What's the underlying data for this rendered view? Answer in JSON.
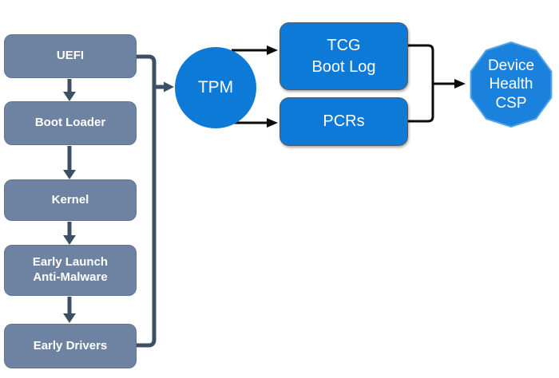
{
  "diagram": {
    "colors": {
      "background": "#ffffff",
      "chain_fill": "#6d83a1",
      "chain_border": "#5d7492",
      "chain_arrow": "#3d4f63",
      "link_black": "#0b0b0b",
      "node_blue": "#0e7ad8",
      "node_border": "#4e5a66",
      "sink_blue": "#1a82dc",
      "sink_border": "#54a5e8",
      "text_white": "#ffffff"
    },
    "boot_chain": [
      {
        "label": "UEFI"
      },
      {
        "label": "Boot Loader"
      },
      {
        "label": "Kernel"
      },
      {
        "label": "Early Launch\nAnti-Malware"
      },
      {
        "label": "Early Drivers"
      }
    ],
    "tpm": {
      "label": "TPM"
    },
    "outputs": [
      {
        "label": "TCG\nBoot Log"
      },
      {
        "label": "PCRs"
      }
    ],
    "sink": {
      "label": "Device\nHealth\nCSP"
    }
  }
}
